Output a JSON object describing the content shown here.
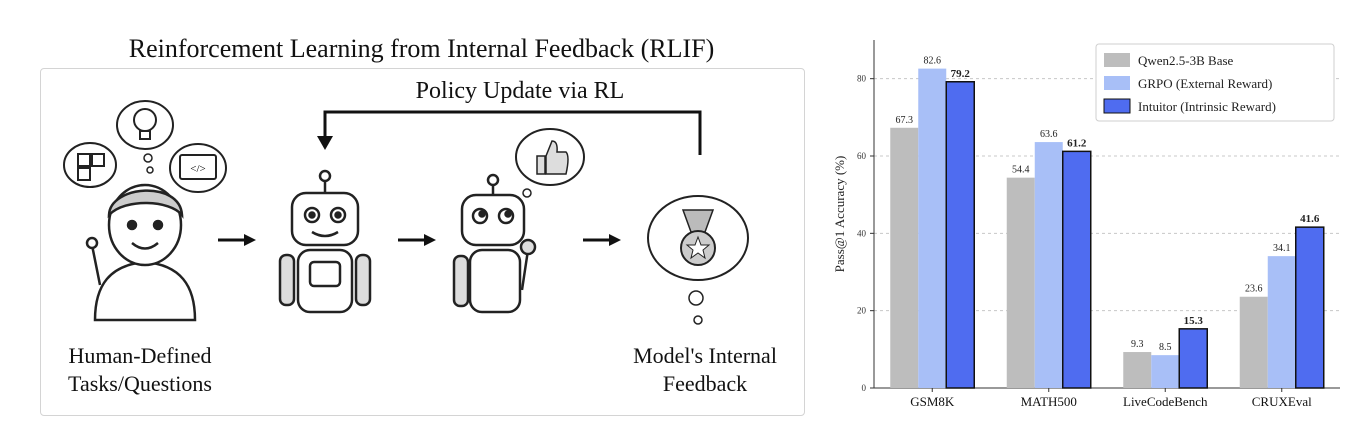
{
  "diagram": {
    "title": "Reinforcement Learning from Internal Feedback (RLIF)",
    "loop_label": "Policy Update via RL",
    "left_caption": [
      "Human-Defined",
      "Tasks/Questions"
    ],
    "right_caption": [
      "Model's Internal",
      "Feedback"
    ],
    "code_icon_text": "</>"
  },
  "chart_data": {
    "type": "bar",
    "categories": [
      "GSM8K",
      "MATH500",
      "LiveCodeBench",
      "CRUXEval"
    ],
    "series": [
      {
        "name": "Qwen2.5-3B Base",
        "values": [
          67.3,
          54.4,
          9.3,
          23.6
        ],
        "color": "#bdbdbd",
        "bold_labels": false
      },
      {
        "name": "GRPO (External Reward)",
        "values": [
          82.6,
          63.6,
          8.5,
          34.1
        ],
        "color": "#a8bff7",
        "bold_labels": false
      },
      {
        "name": "Intuitor (Intrinsic Reward)",
        "values": [
          79.2,
          61.2,
          15.3,
          41.6
        ],
        "color": "#4f6cf0",
        "bold_labels": true
      }
    ],
    "ylabel": "Pass@1 Accuracy (%)",
    "xlabel": "",
    "ylim": [
      0,
      90
    ],
    "yticks": [
      0,
      20,
      40,
      60,
      80
    ],
    "grid": true,
    "legend": "top-right"
  }
}
